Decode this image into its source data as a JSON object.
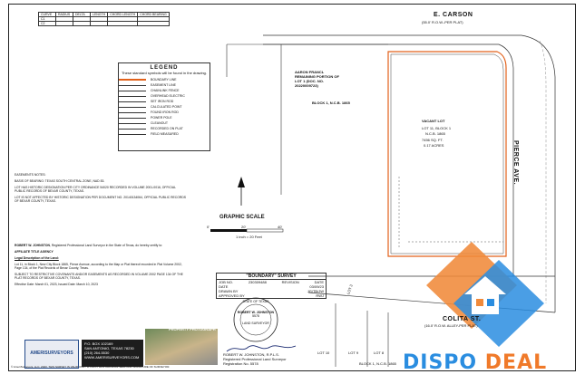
{
  "curve_table": {
    "headers": [
      "CURVE",
      "RADIUS",
      "DELTA",
      "LENGTH",
      "CHORD LENGTH",
      "CHORD BEARING"
    ],
    "rows": [
      [
        "C1",
        "",
        "",
        "",
        "",
        ""
      ],
      [
        "C2",
        "",
        "",
        "",
        "",
        ""
      ]
    ]
  },
  "streets": {
    "north": "E. CARSON",
    "north_sub": "(55.0' R.O.W.-PER PLAT)",
    "south": "COLITA ST.",
    "south_sub": "(16.0' R.O.W. ALLEY-PER PLAT)",
    "east": "PIERCE AVE."
  },
  "parcels": {
    "adjacent_owner": "AARON FRANCL REMAINING PORTION OF LOT 1 (DOC. NO. 20220009723)",
    "block": "BLOCK 1, N.C.B. 1865",
    "subject": "VACANT LOT",
    "subject_lot": "LOT 11, BLOCK 1",
    "subject_ncb": "N.C.B. 1865",
    "area_sqft": "7456 SQ. FT.",
    "area_acres": "0.17 ACRES",
    "lot3": "LOT 3",
    "lot9": "LOT 9",
    "lot8": "LOT 8",
    "lot10": "LOT 10",
    "block_south": "BLOCK 1, N.C.B. 1865"
  },
  "legend": {
    "title": "LEGEND",
    "intro": "These standard symbols will be found in the drawing.",
    "items": [
      {
        "label": "BOUNDARY LINE",
        "color": "#e2621b"
      },
      {
        "label": "EASEMENT LINE",
        "color": "#333333"
      },
      {
        "label": "CHAINLINK FENCE",
        "color": "#333333"
      },
      {
        "label": "OVERHEAD ELECTRIC",
        "color": "#333333"
      },
      {
        "label": "SET IRON ROD",
        "color": "#333333"
      },
      {
        "label": "CALCULATED POINT",
        "color": "#333333"
      },
      {
        "label": "FOUND IRON ROD",
        "color": "#333333"
      },
      {
        "label": "POWER POLE",
        "color": "#333333"
      },
      {
        "label": "CLEANOUT",
        "color": "#333333"
      },
      {
        "label": "RECORDED ON PLAT",
        "color": "#333333"
      },
      {
        "label": "FIELD MEASURED",
        "color": "#333333"
      }
    ]
  },
  "scale": {
    "title": "GRAPHIC SCALE",
    "marks": [
      "0'",
      "20'",
      "40'"
    ],
    "ratio": "1 inch = 20 Feet"
  },
  "notes": {
    "easements": "EASEMENTS NOTES:",
    "n1": "BASIS OF BEARING: TEXAS SOUTH CENTRAL ZONE, NAD 83.",
    "n2": "LOT HAS HISTORIC DESIGNATION PER CITY ORDINANCE 54020 RECORDED IN VOLUME 2001-0016, OFFICIAL PUBLIC RECORDS OF BEXAR COUNTY, TEXAS.",
    "n3": "LOT IS NOT AFFECTED BY HISTORIC DESIGNATION PER DOCUMENT NO. 20140134064, OFFICIAL PUBLIC RECORDS OF BEXAR COUNTY, TEXAS.",
    "surveyor_stmt": "Registered Professional Land Surveyor in the State of Texas, do hereby certify to:",
    "surveyor_name": "ROBERT W. JOHNSTON",
    "title_co": "AFFILIATE TITLE AGENCY",
    "legal_desc_title": "Legal Description of the Land:",
    "legal_desc": "Lot 11, in Block 1, New City Block 1865, Pierce Avenue, according to the Map or Plat thereof recorded in Plat Volume 2002, Page 134, of the Plat Records of Bexar County, Texas.",
    "subject_to": "SUBJECT TO RESTRICTIVE COVENANTS AND/OR EASEMENTS AS RECORDED IN VOLUME 2002 PAGE 134 OF THE PLAT RECORDS OF BEXAR COUNTY, TEXAS.",
    "effective": "Effective Date: March 01, 2023,  Issued Date: March 10, 2023"
  },
  "title_block": {
    "title": "\"BOUNDARY\" SURVEY",
    "job_label": "JOB NO.",
    "job_no": "230309488",
    "date_label": "DATE",
    "date": "03/09/23",
    "drawn_label": "DRAWN BY",
    "drawn": "JG/TB/JW",
    "approved_label": "APPROVED BY",
    "approved": "RWJ",
    "rev_label": "REVISION",
    "revdate_label": "DATE"
  },
  "stamp": {
    "line1": "STATE OF TEXAS",
    "line2": "ROBERT W. JOHNSTON",
    "line3": "5578",
    "line4": "LAND SURVEYOR"
  },
  "signature": {
    "name": "ROBERT W. JOHNSTON, R.P.L.S.",
    "line2": "Registered Professional Land Surveyor",
    "reg": "Registration No. 5578"
  },
  "company": {
    "name": "AMERISURVEYORS",
    "phone": "P.O. BOX 102169",
    "city": "SAN ANTONIO, TEXAS 78230",
    "tel": "(210) 264-5530",
    "web": "WWW.AMERISURVEYORS.COM"
  },
  "property_photo_label": "PROPERTY PHOTOGRAPH",
  "brand": {
    "part1": "DISPO",
    "part2": "DEAL"
  },
  "footer_disclaimer": "© AmeriSurveyors, LLC, 2023. THIS SURVEY IS VALID ONLY IF PRINT HAS ORIGINAL SEAL AND SIGNATURE OF SURVEYOR."
}
